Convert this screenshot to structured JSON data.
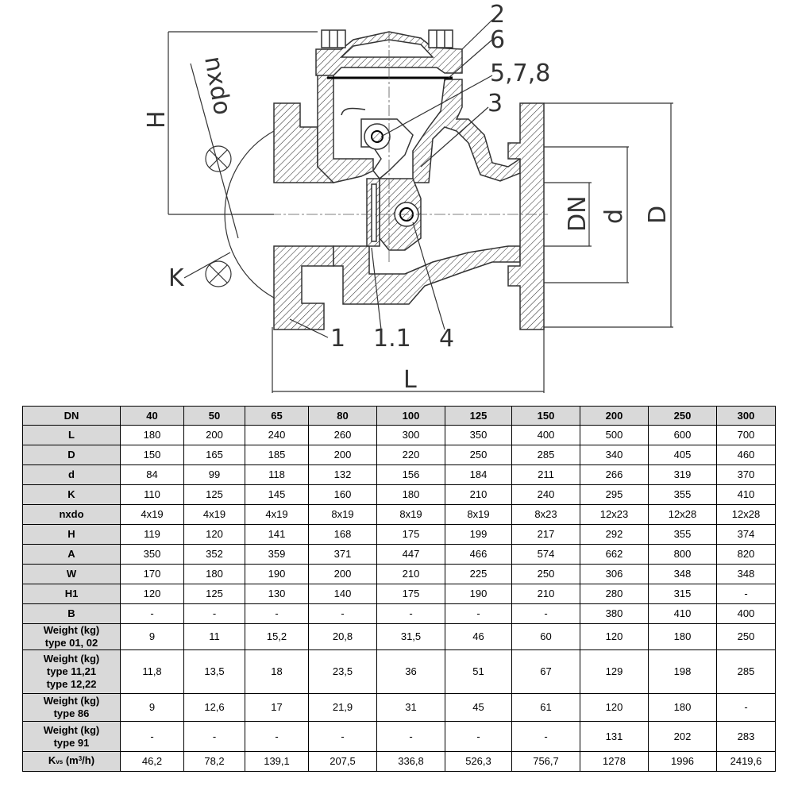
{
  "drawing": {
    "labels": {
      "part_2": "2",
      "part_6": "6",
      "part_5_7_8": "5,7,8",
      "part_3": "3",
      "part_1": "1",
      "part_1_1": "1.1",
      "part_4": "4",
      "dim_H": "H",
      "dim_nxdo": "nxdo",
      "dim_K": "K",
      "dim_L": "L",
      "dim_DN": "DN",
      "dim_d": "d",
      "dim_D": "D"
    }
  },
  "table": {
    "header": [
      "DN",
      "40",
      "50",
      "65",
      "80",
      "100",
      "125",
      "150",
      "200",
      "250",
      "300"
    ],
    "rows": [
      {
        "label": [
          "L"
        ],
        "values": [
          "180",
          "200",
          "240",
          "260",
          "300",
          "350",
          "400",
          "500",
          "600",
          "700"
        ]
      },
      {
        "label": [
          "D"
        ],
        "values": [
          "150",
          "165",
          "185",
          "200",
          "220",
          "250",
          "285",
          "340",
          "405",
          "460"
        ]
      },
      {
        "label": [
          "d"
        ],
        "values": [
          "84",
          "99",
          "118",
          "132",
          "156",
          "184",
          "211",
          "266",
          "319",
          "370"
        ]
      },
      {
        "label": [
          "K"
        ],
        "values": [
          "110",
          "125",
          "145",
          "160",
          "180",
          "210",
          "240",
          "295",
          "355",
          "410"
        ]
      },
      {
        "label": [
          "nxdo"
        ],
        "values": [
          "4x19",
          "4x19",
          "4x19",
          "8x19",
          "8x19",
          "8x19",
          "8x23",
          "12x23",
          "12x28",
          "12x28"
        ]
      },
      {
        "label": [
          "H"
        ],
        "values": [
          "119",
          "120",
          "141",
          "168",
          "175",
          "199",
          "217",
          "292",
          "355",
          "374"
        ]
      },
      {
        "label": [
          "A"
        ],
        "values": [
          "350",
          "352",
          "359",
          "371",
          "447",
          "466",
          "574",
          "662",
          "800",
          "820"
        ]
      },
      {
        "label": [
          "W"
        ],
        "values": [
          "170",
          "180",
          "190",
          "200",
          "210",
          "225",
          "250",
          "306",
          "348",
          "348"
        ]
      },
      {
        "label": [
          "H1"
        ],
        "values": [
          "120",
          "125",
          "130",
          "140",
          "175",
          "190",
          "210",
          "280",
          "315",
          "-"
        ]
      },
      {
        "label": [
          "B"
        ],
        "values": [
          "-",
          "-",
          "-",
          "-",
          "-",
          "-",
          "-",
          "380",
          "410",
          "400"
        ]
      },
      {
        "label": [
          "Weight (kg)",
          "type 01, 02"
        ],
        "values": [
          "9",
          "11",
          "15,2",
          "20,8",
          "31,5",
          "46",
          "60",
          "120",
          "180",
          "250"
        ]
      },
      {
        "label": [
          "Weight (kg)",
          "type 11,21",
          "type 12,22"
        ],
        "values": [
          "11,8",
          "13,5",
          "18",
          "23,5",
          "36",
          "51",
          "67",
          "129",
          "198",
          "285"
        ]
      },
      {
        "label": [
          "Weight (kg)",
          "type 86"
        ],
        "values": [
          "9",
          "12,6",
          "17",
          "21,9",
          "31",
          "45",
          "61",
          "120",
          "180",
          "-"
        ]
      },
      {
        "label": [
          "Weight (kg)",
          "type 91"
        ],
        "values": [
          "-",
          "-",
          "-",
          "-",
          "-",
          "-",
          "-",
          "131",
          "202",
          "283"
        ]
      }
    ],
    "kvs_row": {
      "label_main": "K",
      "label_sub": "vs",
      "label_unit_pre": " (m",
      "label_unit_sup": "3",
      "label_unit_post": "/h)",
      "values": [
        "46,2",
        "78,2",
        "139,1",
        "207,5",
        "336,8",
        "526,3",
        "756,7",
        "1278",
        "1996",
        "2419,6"
      ]
    }
  }
}
